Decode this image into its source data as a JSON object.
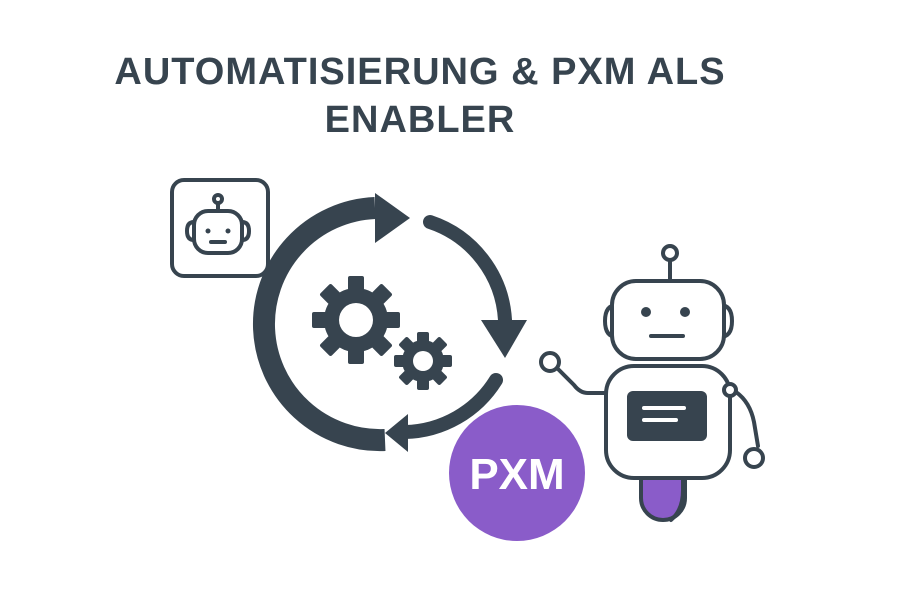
{
  "title": {
    "line1": "AUTOMATISIERUNG & PXM ALS",
    "line2": "ENABLER"
  },
  "badge": {
    "label": "PXM"
  },
  "icons": {
    "small_robot": "robot-icon",
    "cycle": "cycle-arrows-icon",
    "gears": "gears-icon",
    "large_robot": "robot-illustration"
  },
  "colors": {
    "primary_dark": "#37444f",
    "accent_purple": "#8a5cc9",
    "background": "#ffffff"
  }
}
